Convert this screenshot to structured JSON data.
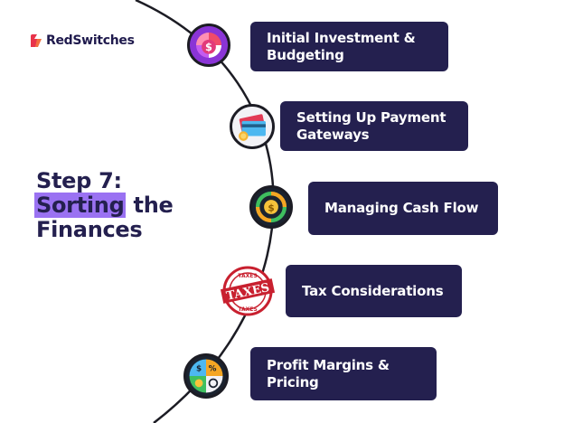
{
  "brand": {
    "name": "RedSwitches"
  },
  "heading": {
    "line1": "Step 7:",
    "highlight": "Sorting",
    "rest": "the",
    "line3": "Finances"
  },
  "steps": [
    {
      "label": "Initial Investment & Budgeting",
      "icon": "budget-pie-coin-icon"
    },
    {
      "label": "Setting Up Payment Gateways",
      "icon": "credit-card-coins-icon"
    },
    {
      "label": "Managing Cash Flow",
      "icon": "cash-flow-cycle-icon"
    },
    {
      "label": "Tax Considerations",
      "icon": "taxes-stamp-icon"
    },
    {
      "label": "Profit Margins & Pricing",
      "icon": "profit-pricing-wheel-icon"
    }
  ],
  "stamp_text": "TAXES",
  "colors": {
    "navy": "#24204f",
    "highlight": "#9a72f2",
    "brand_red": "#e8334a",
    "arc": "#1c1c24"
  }
}
